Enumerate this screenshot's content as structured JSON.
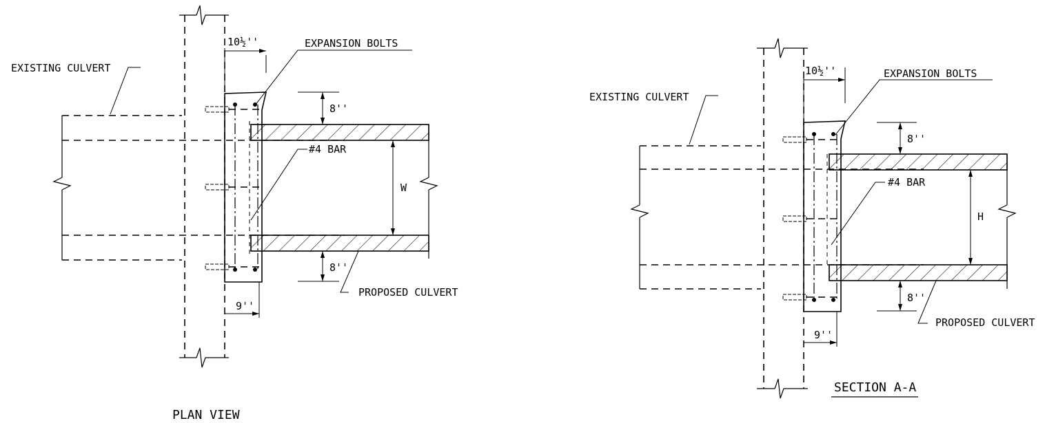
{
  "plan": {
    "existing_culvert": "EXISTING CULVERT",
    "expansion_bolts": "EXPANSION BOLTS",
    "top_dim": "10½''",
    "top_offset": "8''",
    "bar": "#4 BAR",
    "width_label": "W",
    "bottom_offset": "8''",
    "proposed_culvert": "PROPOSED CULVERT",
    "collar_dim": "9''",
    "title": "PLAN VIEW"
  },
  "section": {
    "existing_culvert": "EXISTING CULVERT",
    "expansion_bolts": "EXPANSION BOLTS",
    "top_dim": "10½''",
    "top_offset": "8''",
    "bar": "#4 BAR",
    "height_label": "H",
    "bottom_offset": "8''",
    "proposed_culvert": "PROPOSED CULVERT",
    "collar_dim": "9''",
    "title": "SECTION A-A"
  },
  "colors": {
    "line": "#000000",
    "background": "#ffffff"
  }
}
